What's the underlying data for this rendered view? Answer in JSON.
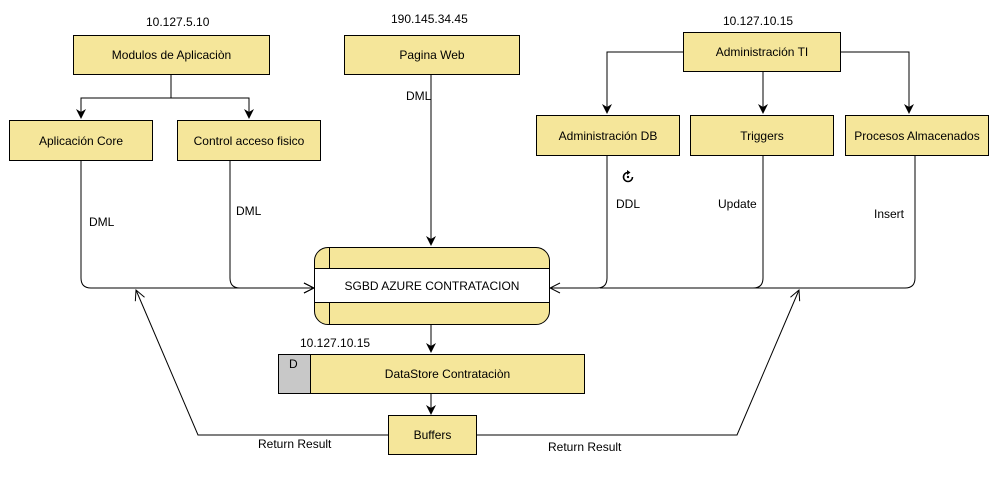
{
  "ips": {
    "modulos": "10.127.5.10",
    "pagina": "190.145.34.45",
    "admin_ti": "10.127.10.15",
    "datastore": "10.127.10.15"
  },
  "boxes": {
    "modulos": "Modulos de Aplicaciòn",
    "pagina": "Pagina Web",
    "admin_ti": "Administración TI",
    "app_core": "Aplicación Core",
    "control": "Control acceso fisico",
    "admin_db": "Administración DB",
    "triggers": "Triggers",
    "procesos": "Procesos Almacenados",
    "buffers": "Buffers"
  },
  "sgbd": {
    "title": "SGBD AZURE CONTRATACION"
  },
  "datastore": {
    "id": "D",
    "name": "DataStore Contrataciòn"
  },
  "edge_labels": {
    "dml_core": "DML",
    "dml_control": "DML",
    "dml_web": "DML",
    "ddl": "DDL",
    "update": "Update",
    "insert": "Insert",
    "return_left": "Return Result",
    "return_right": "Return Result"
  },
  "colors": {
    "box_fill": "#f5e69a",
    "store_id_fill": "#c8c8c8",
    "line": "#000000"
  },
  "icons": {
    "ddl_refresh": "refresh-icon"
  }
}
